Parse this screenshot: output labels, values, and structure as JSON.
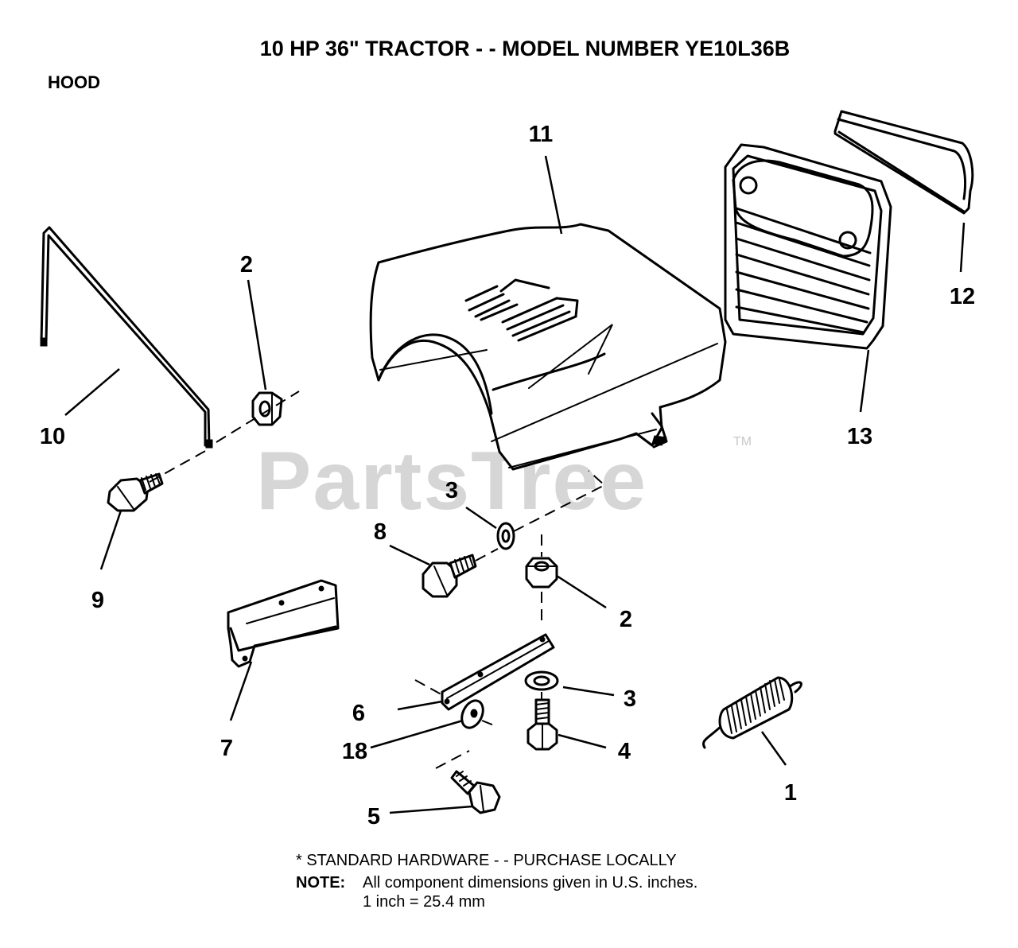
{
  "title": "10 HP 36\" TRACTOR - - MODEL NUMBER YE10L36B",
  "section": "HOOD",
  "watermark": {
    "text": "PartsTree",
    "mark": "TM"
  },
  "callouts": {
    "c1": "1",
    "c2a": "2",
    "c2b": "2",
    "c3a": "3",
    "c3b": "3",
    "c4": "4",
    "c5": "5",
    "c6": "6",
    "c7": "7",
    "c8": "8",
    "c9": "9",
    "c10": "10",
    "c11": "11",
    "c12": "12",
    "c13": "13",
    "c18": "18"
  },
  "footer": {
    "standard": "* STANDARD HARDWARE - - PURCHASE LOCALLY",
    "note_label": "NOTE:",
    "note_text": "All component dimensions given in U.S. inches.",
    "conversion": "1 inch = 25.4 mm"
  }
}
